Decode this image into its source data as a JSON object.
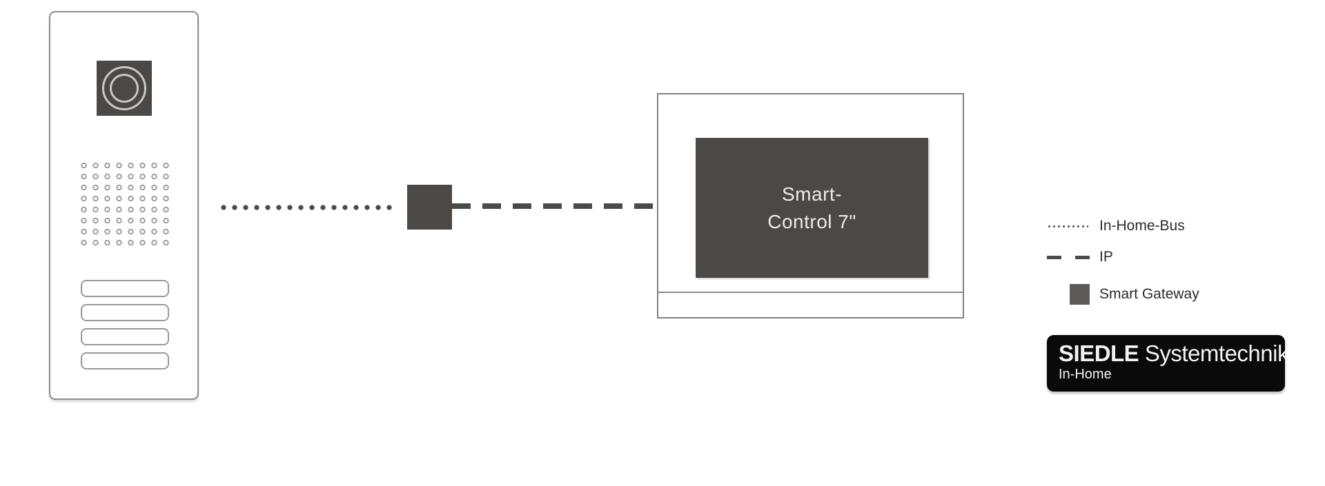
{
  "diagram": {
    "components": [
      {
        "name": "door-station",
        "description_icon": "video-door-station"
      },
      {
        "name": "smart-gateway",
        "description_icon": "filled-square"
      },
      {
        "name": "indoor-monitor",
        "description_icon": "smart-control-panel"
      }
    ],
    "connections": [
      {
        "from": "door-station",
        "to": "smart-gateway",
        "type": "In-Home-Bus",
        "line_style": "dotted"
      },
      {
        "from": "smart-gateway",
        "to": "indoor-monitor",
        "type": "IP",
        "line_style": "dashed"
      }
    ],
    "monitor": {
      "label_line1": "Smart-",
      "label_line2": "Control 7\""
    }
  },
  "legend": {
    "items": [
      {
        "symbol": "dotted-line",
        "label": "In-Home-Bus"
      },
      {
        "symbol": "dashed-line",
        "label": "IP"
      },
      {
        "symbol": "filled-square",
        "label": "Smart Gateway"
      }
    ]
  },
  "brand": {
    "name": "SIEDLE",
    "suffix": "Systemtechnik",
    "subline": "In-Home"
  },
  "colors": {
    "device_dark": "#4b4846",
    "line_dark": "#4a4a4a",
    "outline_gray": "#8c8c8c",
    "legend_square": "#5d5a57",
    "badge_background": "#0a0a0a",
    "screen_text": "#ececec",
    "legend_text": "#2b2b2b"
  }
}
